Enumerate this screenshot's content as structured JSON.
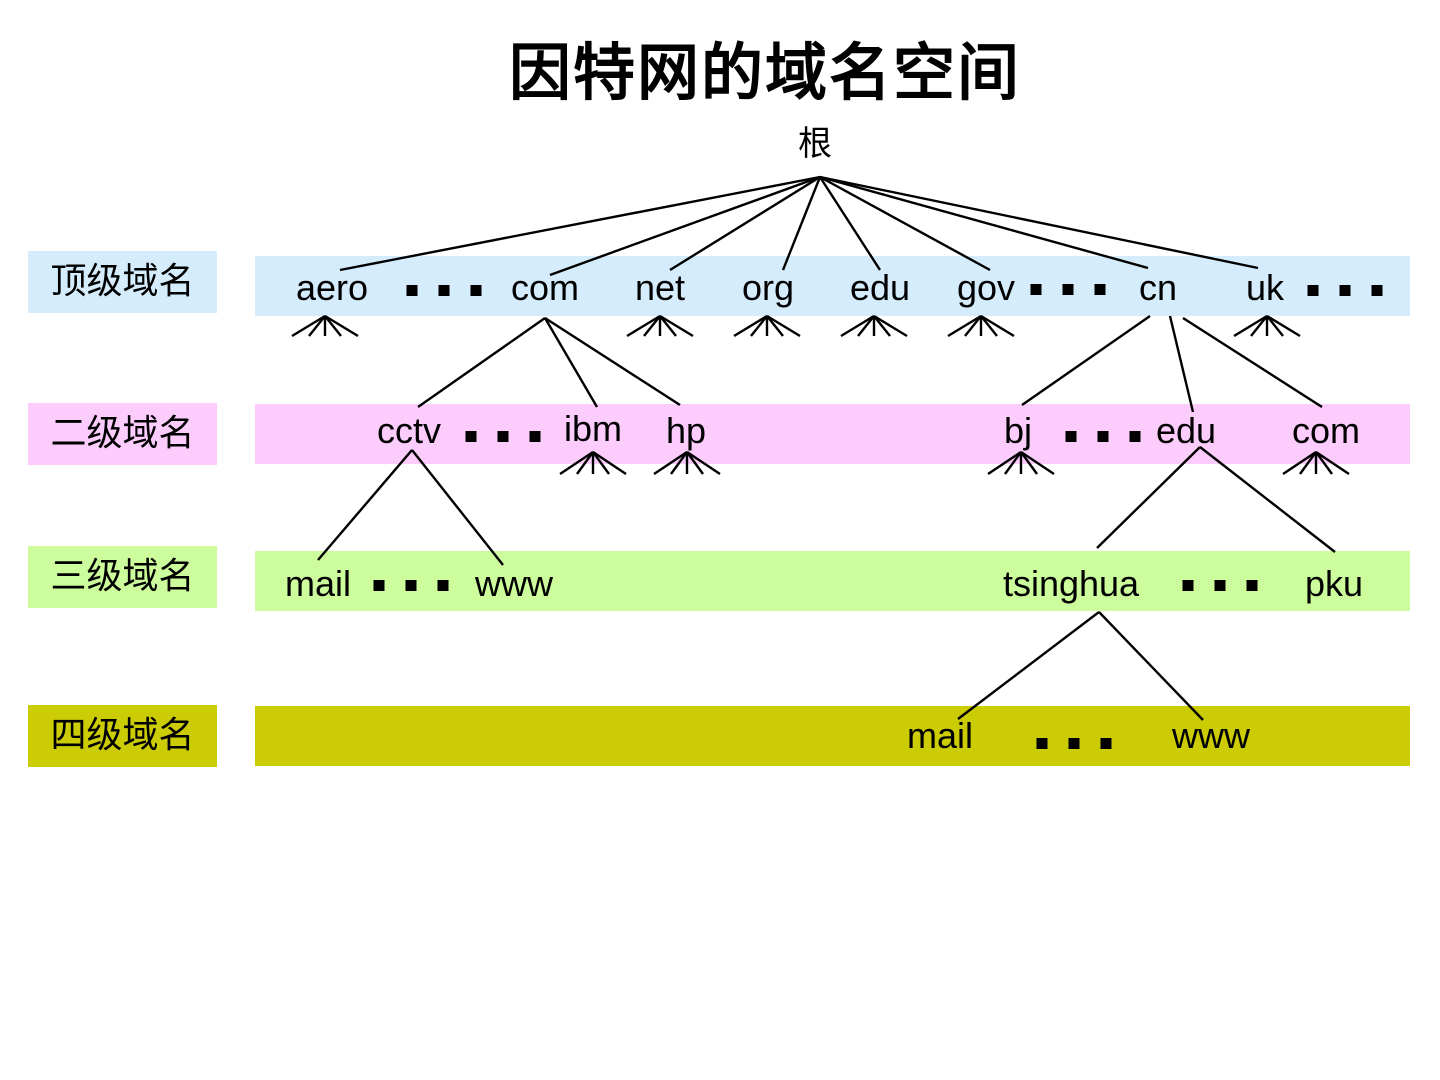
{
  "title": "因特网的域名空间",
  "root": "根",
  "levels": {
    "top": {
      "label": "顶级域名",
      "color": "#d4ecfc"
    },
    "second": {
      "label": "二级域名",
      "color": "#fcccfc"
    },
    "third": {
      "label": "三级域名",
      "color": "#ccfc9c"
    },
    "fourth": {
      "label": "四级域名",
      "color": "#cccc04"
    }
  },
  "top_level": [
    "aero",
    "com",
    "net",
    "org",
    "edu",
    "gov",
    "cn",
    "uk"
  ],
  "second_level": {
    "under_com": [
      "cctv",
      "ibm",
      "hp"
    ],
    "under_cn": [
      "bj",
      "edu",
      "com"
    ]
  },
  "third_level": {
    "under_cctv": [
      "mail",
      "www"
    ],
    "under_cn_edu": [
      "tsinghua",
      "pku"
    ]
  },
  "fourth_level": {
    "under_tsinghua": [
      "mail",
      "www"
    ]
  }
}
